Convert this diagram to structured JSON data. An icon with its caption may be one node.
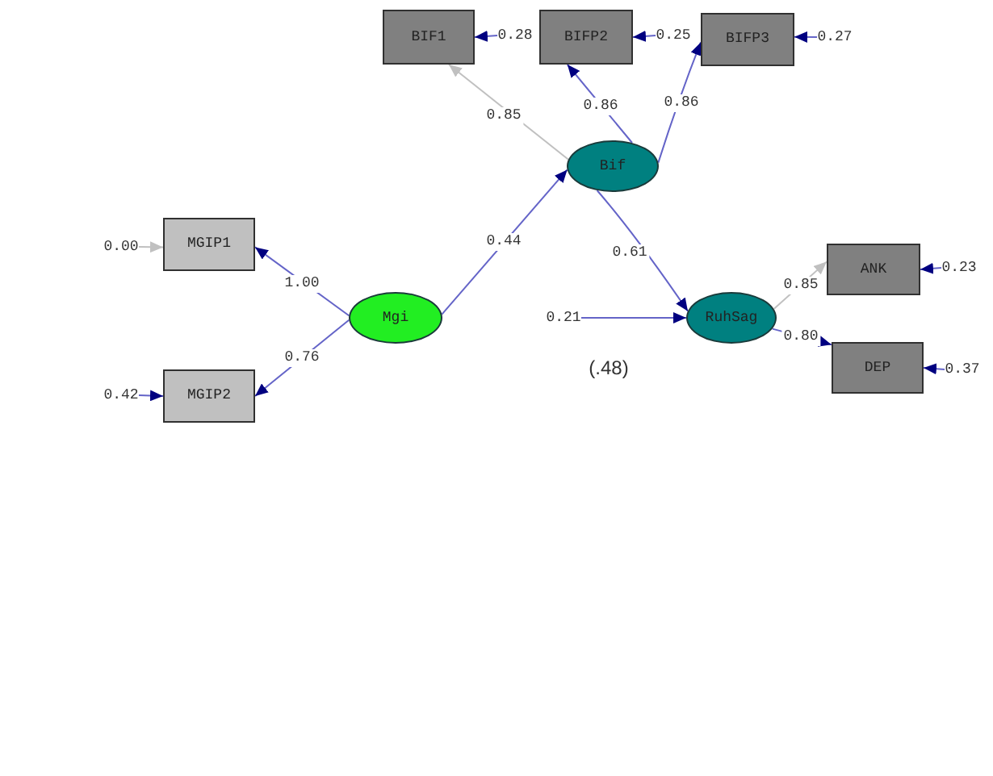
{
  "diagram": {
    "nodes": [
      {
        "text": [
          "BIF1"
        ]
      },
      {
        "text": [
          "0.28"
        ]
      },
      {
        "text": [
          "BIFP2"
        ]
      },
      {
        "text": [
          "0.25"
        ]
      },
      {
        "text": [
          "BIFP3"
        ]
      },
      {
        "text": [
          "0.27"
        ]
      },
      {
        "text": [
          "Bif"
        ]
      },
      {
        "text": [
          "0.00"
        ]
      },
      {
        "text": [
          "MGIP1"
        ]
      },
      {
        "text": [
          "ANK"
        ]
      },
      {
        "text": [
          "0.23"
        ]
      },
      {
        "text": [
          "Mgi"
        ]
      },
      {
        "text": [
          "0.21"
        ]
      },
      {
        "text": [
          "RuhSag"
        ]
      },
      {
        "text": [
          "0.42"
        ]
      },
      {
        "text": [
          "MGIP2"
        ]
      },
      {
        "text": [
          "DEP"
        ]
      },
      {
        "text": [
          "0.37"
        ]
      }
    ],
    "edges": [
      {
        "from": 6,
        "to": 0,
        "arrow": "to",
        "label": "0.85",
        "color": "#c0c0c0"
      },
      {
        "from": 6,
        "to": 2,
        "arrow": "to",
        "label": "0.86"
      },
      {
        "from": 6,
        "to": 4,
        "arrow": "to",
        "label": "0.86"
      },
      {
        "from": 11,
        "to": 8,
        "arrow": "to",
        "label": "1.00"
      },
      {
        "from": 11,
        "to": 15,
        "arrow": "to",
        "label": "0.76"
      },
      {
        "from": 11,
        "to": 6,
        "arrow": "to",
        "label": "0.44"
      },
      {
        "from": 6,
        "to": 13,
        "arrow": "to",
        "label": "0.61"
      },
      {
        "from": 13,
        "to": 9,
        "arrow": "to",
        "label": "0.85",
        "color": "#c0c0c0"
      },
      {
        "from": 13,
        "to": 16,
        "arrow": "to",
        "label": "0.80"
      },
      {
        "from": 1,
        "to": 0,
        "arrow": "to"
      },
      {
        "from": 3,
        "to": 2,
        "arrow": "to"
      },
      {
        "from": 5,
        "to": 4,
        "arrow": "to"
      },
      {
        "from": 7,
        "to": 8,
        "arrow": "to",
        "color": "#c0c0c0"
      },
      {
        "from": 14,
        "to": 15,
        "arrow": "to"
      },
      {
        "from": 10,
        "to": 9,
        "arrow": "to"
      },
      {
        "from": 17,
        "to": 16,
        "arrow": "to"
      },
      {
        "from": 12,
        "to": 13,
        "arrow": "to"
      }
    ],
    "labels": [
      "(.48)"
    ]
  }
}
